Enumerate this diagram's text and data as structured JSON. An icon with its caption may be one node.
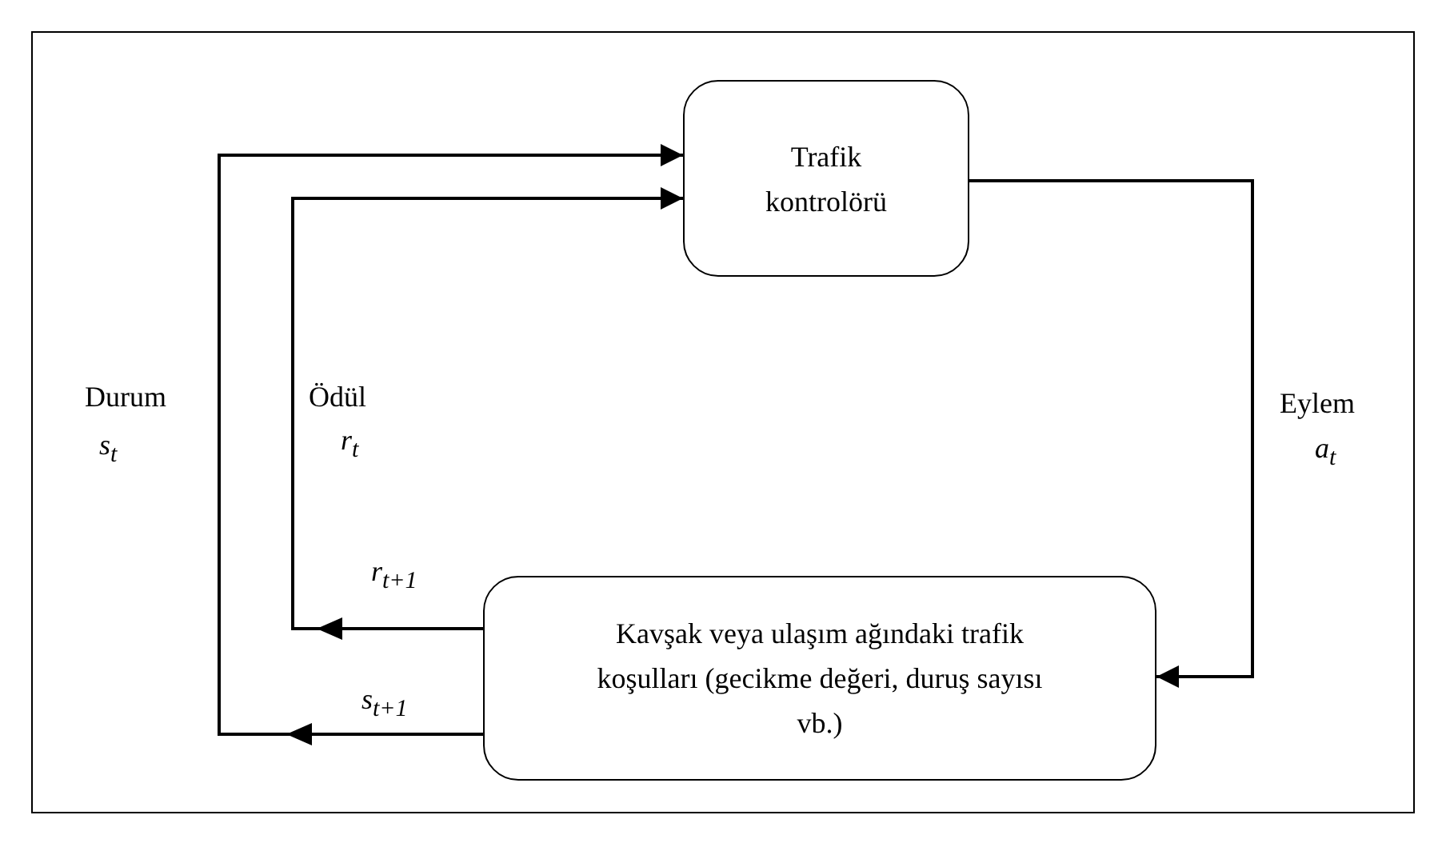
{
  "diagram": {
    "nodes": [
      {
        "text": [
          "Trafik kontrolörü"
        ]
      },
      {
        "text": [
          "Kavşak veya ulaşım ağındaki trafik koşulları (gecikme değeri, duruş sayısı vb.)"
        ]
      }
    ],
    "edges": [
      {
        "from": 1,
        "to": 0,
        "arrow": "to"
      },
      {
        "from": 1,
        "to": 0,
        "arrow": "to"
      },
      {
        "from": 0,
        "to": 1,
        "arrow": "to"
      }
    ],
    "labels": [
      "Durum",
      "s$_{t}$",
      "Ödül",
      "r$_{t}$",
      "r$_{t+1}$",
      "s$_{t+1}$",
      "Eylem",
      "a$_{t}$"
    ]
  }
}
